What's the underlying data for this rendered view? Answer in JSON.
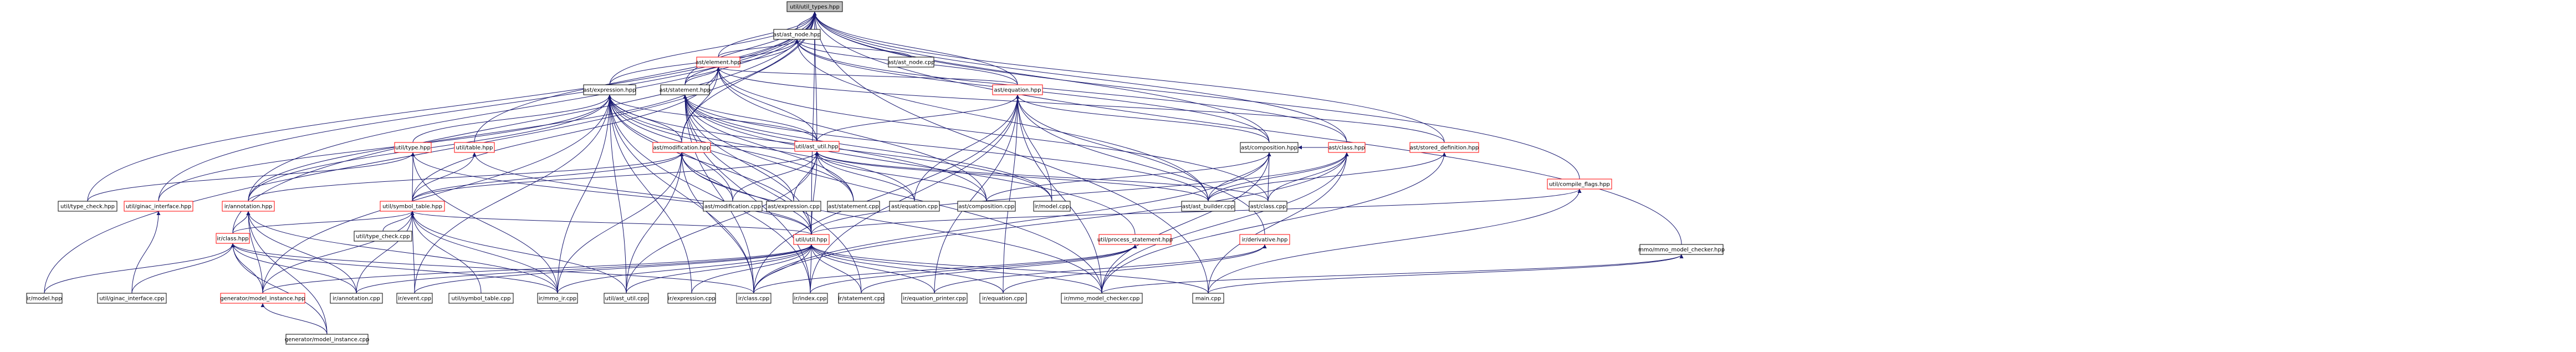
{
  "colors": {
    "edge": "#191970",
    "red_border": "#ff0000",
    "black_border": "#000000",
    "root_fill": "#bfbfbf",
    "node_fill": "#ffffff"
  },
  "nodes": [
    {
      "id": "root",
      "label": "util/util_types.hpp",
      "style": "root"
    },
    {
      "id": "ast_node_hpp",
      "label": "ast/ast_node.hpp",
      "style": "black"
    },
    {
      "id": "element_hpp",
      "label": "ast/element.hpp",
      "style": "red"
    },
    {
      "id": "ast_node_cpp",
      "label": "ast/ast_node.cpp",
      "style": "black"
    },
    {
      "id": "statement_hpp",
      "label": "ast/statement.hpp",
      "style": "black"
    },
    {
      "id": "expression_hpp",
      "label": "ast/expression.hpp",
      "style": "black"
    },
    {
      "id": "equation_hpp",
      "label": "ast/equation.hpp",
      "style": "red"
    },
    {
      "id": "composition_hpp",
      "label": "ast/composition.hpp",
      "style": "black"
    },
    {
      "id": "class_hpp",
      "label": "ast/class.hpp",
      "style": "red"
    },
    {
      "id": "stored_definition_hpp",
      "label": "ast/stored_definition.hpp",
      "style": "red"
    },
    {
      "id": "compile_flags_hpp",
      "label": "util/compile_flags.hpp",
      "style": "red"
    },
    {
      "id": "mmo_model_checker_hpp",
      "label": "mmo/mmo_model_checker.hpp",
      "style": "black"
    },
    {
      "id": "ast_util_hpp",
      "label": "util/ast_util.hpp",
      "style": "red"
    },
    {
      "id": "modification_hpp",
      "label": "ast/modification.hpp",
      "style": "red"
    },
    {
      "id": "type_hpp",
      "label": "util/type.hpp",
      "style": "red"
    },
    {
      "id": "table_hpp",
      "label": "util/table.hpp",
      "style": "red"
    },
    {
      "id": "type_check_hpp",
      "label": "util/type_check.hpp",
      "style": "black"
    },
    {
      "id": "ginac_interface_hpp",
      "label": "util/ginac_interface.hpp",
      "style": "red"
    },
    {
      "id": "annotation_hpp",
      "label": "ir/annotation.hpp",
      "style": "red"
    },
    {
      "id": "symbol_table_hpp",
      "label": "util/symbol_table.hpp",
      "style": "red"
    },
    {
      "id": "type_check_cpp",
      "label": "util/type_check.cpp",
      "style": "black"
    },
    {
      "id": "modification_cpp",
      "label": "ast/modification.cpp",
      "style": "black"
    },
    {
      "id": "expression_cpp",
      "label": "ast/expression.cpp",
      "style": "black"
    },
    {
      "id": "statement_cpp",
      "label": "ast/statement.cpp",
      "style": "black"
    },
    {
      "id": "equation_cpp",
      "label": "ast/equation.cpp",
      "style": "black"
    },
    {
      "id": "composition_cpp",
      "label": "ast/composition.cpp",
      "style": "black"
    },
    {
      "id": "model_cpp",
      "label": "ir/model.cpp",
      "style": "black"
    },
    {
      "id": "ast_builder_cpp",
      "label": "ast/ast_builder.cpp",
      "style": "black"
    },
    {
      "id": "ast_class_cpp",
      "label": "ast/class.cpp",
      "style": "black"
    },
    {
      "id": "class_ir_hpp",
      "label": "ir/class.hpp",
      "style": "red"
    },
    {
      "id": "util_hpp",
      "label": "util/util.hpp",
      "style": "red"
    },
    {
      "id": "process_statement_hpp",
      "label": "util/process_statement.hpp",
      "style": "red"
    },
    {
      "id": "derivative_hpp",
      "label": "ir/derivative.hpp",
      "style": "red"
    },
    {
      "id": "model_hpp",
      "label": "ir/model.hpp",
      "style": "black"
    },
    {
      "id": "ginac_interface_cpp",
      "label": "util/ginac_interface.cpp",
      "style": "black"
    },
    {
      "id": "model_instance_hpp",
      "label": "generator/model_instance.hpp",
      "style": "red"
    },
    {
      "id": "annotation_cpp",
      "label": "ir/annotation.cpp",
      "style": "black"
    },
    {
      "id": "event_cpp",
      "label": "ir/event.cpp",
      "style": "black"
    },
    {
      "id": "symbol_table_cpp",
      "label": "util/symbol_table.cpp",
      "style": "black"
    },
    {
      "id": "mmo_ir_cpp",
      "label": "ir/mmo_ir.cpp",
      "style": "black"
    },
    {
      "id": "ast_util_cpp",
      "label": "util/ast_util.cpp",
      "style": "black"
    },
    {
      "id": "expression_ir_cpp",
      "label": "ir/expression.cpp",
      "style": "black"
    },
    {
      "id": "class_ir_cpp",
      "label": "ir/class.cpp",
      "style": "black"
    },
    {
      "id": "index_cpp",
      "label": "ir/index.cpp",
      "style": "black"
    },
    {
      "id": "statement_ir_cpp",
      "label": "ir/statement.cpp",
      "style": "black"
    },
    {
      "id": "equation_printer_cpp",
      "label": "ir/equation_printer.cpp",
      "style": "black"
    },
    {
      "id": "equation_ir_cpp",
      "label": "ir/equation.cpp",
      "style": "black"
    },
    {
      "id": "mmo_model_checker_cpp",
      "label": "ir/mmo_model_checker.cpp",
      "style": "black"
    },
    {
      "id": "main_cpp",
      "label": "main.cpp",
      "style": "black"
    },
    {
      "id": "model_instance_cpp",
      "label": "generator/model_instance.cpp",
      "style": "black"
    }
  ],
  "edges": [
    [
      "ast_node_hpp",
      "root"
    ],
    [
      "element_hpp",
      "root"
    ],
    [
      "statement_hpp",
      "root"
    ],
    [
      "expression_hpp",
      "root"
    ],
    [
      "equation_hpp",
      "root"
    ],
    [
      "composition_hpp",
      "root"
    ],
    [
      "class_hpp",
      "root"
    ],
    [
      "stored_definition_hpp",
      "root"
    ],
    [
      "compile_flags_hpp",
      "root"
    ],
    [
      "mmo_model_checker_hpp",
      "root"
    ],
    [
      "ast_util_hpp",
      "root"
    ],
    [
      "modification_hpp",
      "root"
    ],
    [
      "table_hpp",
      "root"
    ],
    [
      "type_check_hpp",
      "root"
    ],
    [
      "ginac_interface_hpp",
      "root"
    ],
    [
      "annotation_hpp",
      "root"
    ],
    [
      "class_ir_hpp",
      "root"
    ],
    [
      "util_hpp",
      "root"
    ],
    [
      "model_hpp",
      "root"
    ],
    [
      "main_cpp",
      "root"
    ],
    [
      "element_hpp",
      "ast_node_hpp"
    ],
    [
      "ast_node_cpp",
      "ast_node_hpp"
    ],
    [
      "statement_hpp",
      "ast_node_hpp"
    ],
    [
      "expression_hpp",
      "ast_node_hpp"
    ],
    [
      "equation_hpp",
      "ast_node_hpp"
    ],
    [
      "composition_hpp",
      "ast_node_hpp"
    ],
    [
      "class_hpp",
      "ast_node_hpp"
    ],
    [
      "ast_builder_cpp",
      "ast_node_hpp"
    ],
    [
      "statement_hpp",
      "element_hpp"
    ],
    [
      "equation_hpp",
      "element_hpp"
    ],
    [
      "composition_cpp",
      "element_hpp"
    ],
    [
      "modification_hpp",
      "element_hpp"
    ],
    [
      "ast_class_cpp",
      "element_hpp"
    ],
    [
      "stored_definition_hpp",
      "element_hpp"
    ],
    [
      "symbol_table_hpp",
      "element_hpp"
    ],
    [
      "ast_util_hpp",
      "element_hpp"
    ],
    [
      "annotation_hpp",
      "element_hpp"
    ],
    [
      "modification_hpp",
      "expression_hpp"
    ],
    [
      "ast_util_hpp",
      "expression_hpp"
    ],
    [
      "type_hpp",
      "expression_hpp"
    ],
    [
      "expression_cpp",
      "expression_hpp"
    ],
    [
      "modification_cpp",
      "expression_hpp"
    ],
    [
      "statement_cpp",
      "expression_hpp"
    ],
    [
      "equation_cpp",
      "expression_hpp"
    ],
    [
      "ginac_interface_hpp",
      "expression_hpp"
    ],
    [
      "annotation_hpp",
      "expression_hpp"
    ],
    [
      "model_cpp",
      "expression_hpp"
    ],
    [
      "class_ir_cpp",
      "expression_hpp"
    ],
    [
      "mmo_ir_cpp",
      "expression_hpp"
    ],
    [
      "util_hpp",
      "expression_hpp"
    ],
    [
      "expression_ir_cpp",
      "expression_hpp"
    ],
    [
      "ast_util_cpp",
      "expression_hpp"
    ],
    [
      "model_instance_hpp",
      "expression_hpp"
    ],
    [
      "event_cpp",
      "expression_hpp"
    ],
    [
      "index_cpp",
      "expression_hpp"
    ],
    [
      "ast_util_hpp",
      "statement_hpp"
    ],
    [
      "statement_cpp",
      "statement_hpp"
    ],
    [
      "composition_cpp",
      "statement_hpp"
    ],
    [
      "model_cpp",
      "statement_hpp"
    ],
    [
      "ast_builder_cpp",
      "statement_hpp"
    ],
    [
      "process_statement_hpp",
      "statement_hpp"
    ],
    [
      "statement_ir_cpp",
      "statement_hpp"
    ],
    [
      "class_ir_cpp",
      "statement_hpp"
    ],
    [
      "index_cpp",
      "statement_hpp"
    ],
    [
      "util_hpp",
      "statement_hpp"
    ],
    [
      "mmo_model_checker_cpp",
      "statement_hpp"
    ],
    [
      "composition_hpp",
      "equation_hpp"
    ],
    [
      "equation_cpp",
      "equation_hpp"
    ],
    [
      "ast_util_hpp",
      "equation_hpp"
    ],
    [
      "ast_builder_cpp",
      "equation_hpp"
    ],
    [
      "model_cpp",
      "equation_hpp"
    ],
    [
      "derivative_hpp",
      "equation_hpp"
    ],
    [
      "equation_printer_cpp",
      "equation_hpp"
    ],
    [
      "equation_ir_cpp",
      "equation_hpp"
    ],
    [
      "mmo_model_checker_cpp",
      "equation_hpp"
    ],
    [
      "class_ir_cpp",
      "equation_hpp"
    ],
    [
      "index_cpp",
      "equation_hpp"
    ],
    [
      "class_hpp",
      "composition_hpp"
    ],
    [
      "composition_cpp",
      "composition_hpp"
    ],
    [
      "ast_builder_cpp",
      "composition_hpp"
    ],
    [
      "ast_class_cpp",
      "composition_hpp"
    ],
    [
      "class_ir_cpp",
      "composition_hpp"
    ],
    [
      "mmo_model_checker_cpp",
      "composition_hpp"
    ],
    [
      "ast_class_cpp",
      "class_hpp"
    ],
    [
      "ast_builder_cpp",
      "class_hpp"
    ],
    [
      "util_hpp",
      "class_hpp"
    ],
    [
      "class_ir_cpp",
      "class_hpp"
    ],
    [
      "mmo_model_checker_cpp",
      "class_hpp"
    ],
    [
      "main_cpp",
      "class_hpp"
    ],
    [
      "ast_builder_cpp",
      "stored_definition_hpp"
    ],
    [
      "mmo_model_checker_cpp",
      "stored_definition_hpp"
    ],
    [
      "util_hpp",
      "compile_flags_hpp"
    ],
    [
      "main_cpp",
      "compile_flags_hpp"
    ],
    [
      "mmo_model_checker_cpp",
      "mmo_model_checker_hpp"
    ],
    [
      "main_cpp",
      "mmo_model_checker_hpp"
    ],
    [
      "modification_hpp",
      "ast_util_hpp"
    ],
    [
      "modification_cpp",
      "ast_util_hpp"
    ],
    [
      "expression_cpp",
      "ast_util_hpp"
    ],
    [
      "statement_cpp",
      "ast_util_hpp"
    ],
    [
      "equation_cpp",
      "ast_util_hpp"
    ],
    [
      "composition_cpp",
      "ast_util_hpp"
    ],
    [
      "ast_builder_cpp",
      "ast_util_hpp"
    ],
    [
      "ast_class_cpp",
      "ast_util_hpp"
    ],
    [
      "util_hpp",
      "ast_util_hpp"
    ],
    [
      "ast_util_cpp",
      "ast_util_hpp"
    ],
    [
      "symbol_table_hpp",
      "ast_util_hpp"
    ],
    [
      "symbol_table_hpp",
      "modification_hpp"
    ],
    [
      "modification_cpp",
      "modification_hpp"
    ],
    [
      "annotation_hpp",
      "modification_hpp"
    ],
    [
      "util_hpp",
      "modification_hpp"
    ],
    [
      "ast_util_cpp",
      "modification_hpp"
    ],
    [
      "mmo_ir_cpp",
      "modification_hpp"
    ],
    [
      "class_ir_cpp",
      "modification_hpp"
    ],
    [
      "mmo_model_checker_cpp",
      "modification_hpp"
    ],
    [
      "symbol_table_hpp",
      "type_hpp"
    ],
    [
      "type_check_hpp",
      "type_hpp"
    ],
    [
      "util_hpp",
      "type_hpp"
    ],
    [
      "mmo_ir_cpp",
      "type_hpp"
    ],
    [
      "symbol_table_hpp",
      "table_hpp"
    ],
    [
      "util_hpp",
      "table_hpp"
    ],
    [
      "ginac_interface_cpp",
      "ginac_interface_hpp"
    ],
    [
      "class_ir_hpp",
      "annotation_hpp"
    ],
    [
      "annotation_cpp",
      "annotation_hpp"
    ],
    [
      "model_instance_hpp",
      "annotation_hpp"
    ],
    [
      "mmo_ir_cpp",
      "annotation_hpp"
    ],
    [
      "model_instance_cpp",
      "annotation_hpp"
    ],
    [
      "type_check_cpp",
      "symbol_table_hpp"
    ],
    [
      "class_ir_hpp",
      "symbol_table_hpp"
    ],
    [
      "util_hpp",
      "symbol_table_hpp"
    ],
    [
      "symbol_table_cpp",
      "symbol_table_hpp"
    ],
    [
      "model_instance_hpp",
      "symbol_table_hpp"
    ],
    [
      "annotation_cpp",
      "symbol_table_hpp"
    ],
    [
      "event_cpp",
      "symbol_table_hpp"
    ],
    [
      "mmo_ir_cpp",
      "symbol_table_hpp"
    ],
    [
      "ast_util_cpp",
      "symbol_table_hpp"
    ],
    [
      "model_hpp",
      "class_ir_hpp"
    ],
    [
      "ginac_interface_cpp",
      "class_ir_hpp"
    ],
    [
      "model_instance_hpp",
      "class_ir_hpp"
    ],
    [
      "annotation_cpp",
      "class_ir_hpp"
    ],
    [
      "mmo_ir_cpp",
      "class_ir_hpp"
    ],
    [
      "class_ir_cpp",
      "class_ir_hpp"
    ],
    [
      "model_instance_cpp",
      "class_ir_hpp"
    ],
    [
      "model_instance_hpp",
      "util_hpp"
    ],
    [
      "annotation_cpp",
      "util_hpp"
    ],
    [
      "event_cpp",
      "util_hpp"
    ],
    [
      "mmo_ir_cpp",
      "util_hpp"
    ],
    [
      "ast_util_cpp",
      "util_hpp"
    ],
    [
      "expression_ir_cpp",
      "util_hpp"
    ],
    [
      "class_ir_cpp",
      "util_hpp"
    ],
    [
      "index_cpp",
      "util_hpp"
    ],
    [
      "statement_ir_cpp",
      "util_hpp"
    ],
    [
      "equation_printer_cpp",
      "util_hpp"
    ],
    [
      "equation_ir_cpp",
      "util_hpp"
    ],
    [
      "mmo_model_checker_cpp",
      "util_hpp"
    ],
    [
      "main_cpp",
      "util_hpp"
    ],
    [
      "index_cpp",
      "process_statement_hpp"
    ],
    [
      "statement_ir_cpp",
      "process_statement_hpp"
    ],
    [
      "class_ir_cpp",
      "process_statement_hpp"
    ],
    [
      "equation_printer_cpp",
      "derivative_hpp"
    ],
    [
      "equation_ir_cpp",
      "derivative_hpp"
    ],
    [
      "model_instance_cpp",
      "model_instance_hpp"
    ]
  ]
}
